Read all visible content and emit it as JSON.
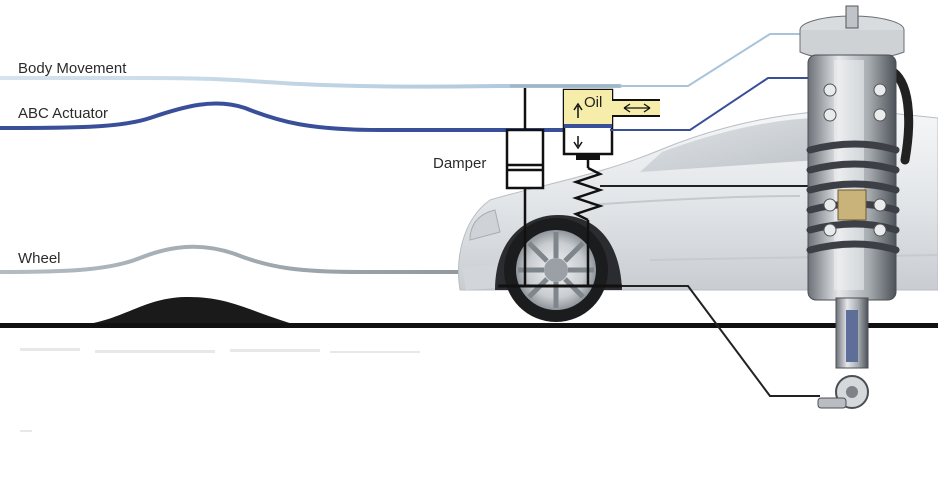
{
  "labels": {
    "body_movement": "Body Movement",
    "abc_actuator": "ABC Actuator",
    "wheel": "Wheel",
    "damper": "Damper",
    "oil": "Oil"
  },
  "colors": {
    "body_line": "#bcd3e4",
    "actuator_line": "#3a4f9a",
    "wheel_line": "#a2acb4",
    "road": "#111111",
    "oil_box": "#f6edaa",
    "car_body": "#e4e7ea"
  },
  "icons": [
    "spring-icon",
    "damper-icon",
    "shock-absorber-illustration",
    "car-illustration",
    "wheel-icon"
  ]
}
